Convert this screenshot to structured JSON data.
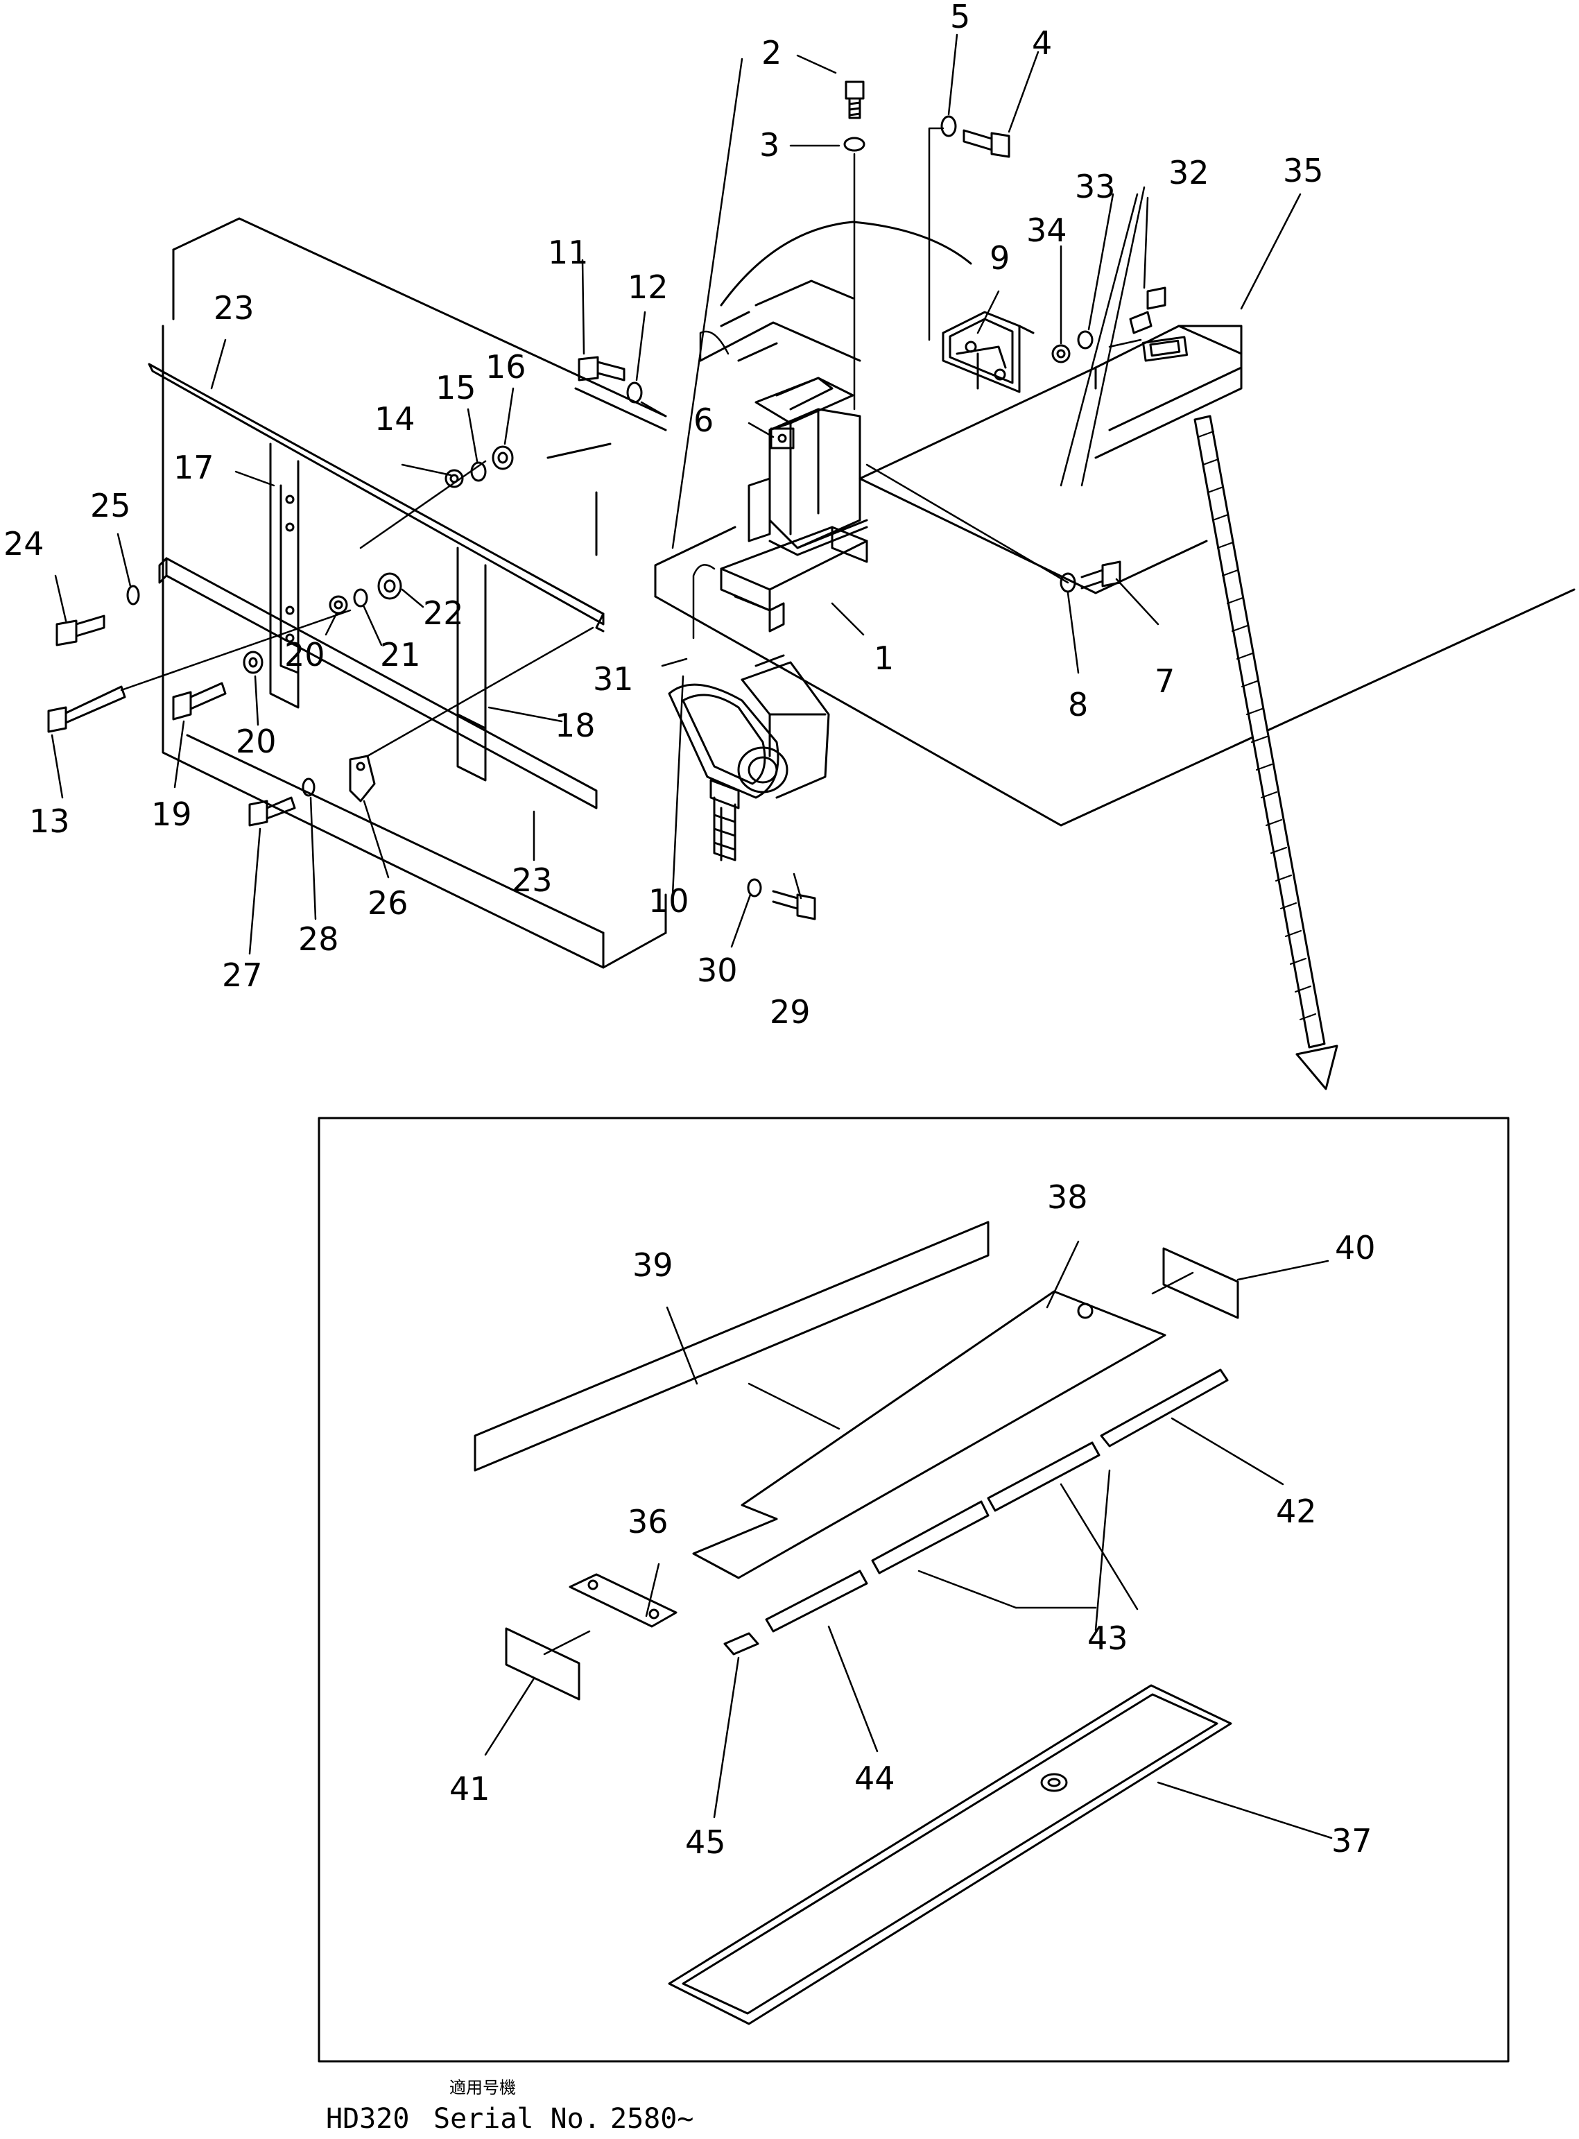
{
  "callouts": [
    "1",
    "2",
    "3",
    "4",
    "5",
    "6",
    "7",
    "8",
    "9",
    "10",
    "11",
    "12",
    "13",
    "14",
    "15",
    "16",
    "17",
    "18",
    "19",
    "20",
    "20",
    "21",
    "22",
    "23",
    "23",
    "24",
    "25",
    "26",
    "27",
    "28",
    "29",
    "30",
    "31",
    "32",
    "33",
    "34",
    "35",
    "36",
    "37",
    "38",
    "39",
    "40",
    "41",
    "42",
    "43",
    "44",
    "45"
  ],
  "footer": {
    "applicable_models_jp": "適用号機",
    "model": "HD320",
    "serial_label": "Serial No.",
    "serial_range": "2580~"
  },
  "colors": {
    "ink": "#000000",
    "paper": "#ffffff"
  },
  "icons": {
    "view_arrow": "hatched-arrow-down"
  }
}
